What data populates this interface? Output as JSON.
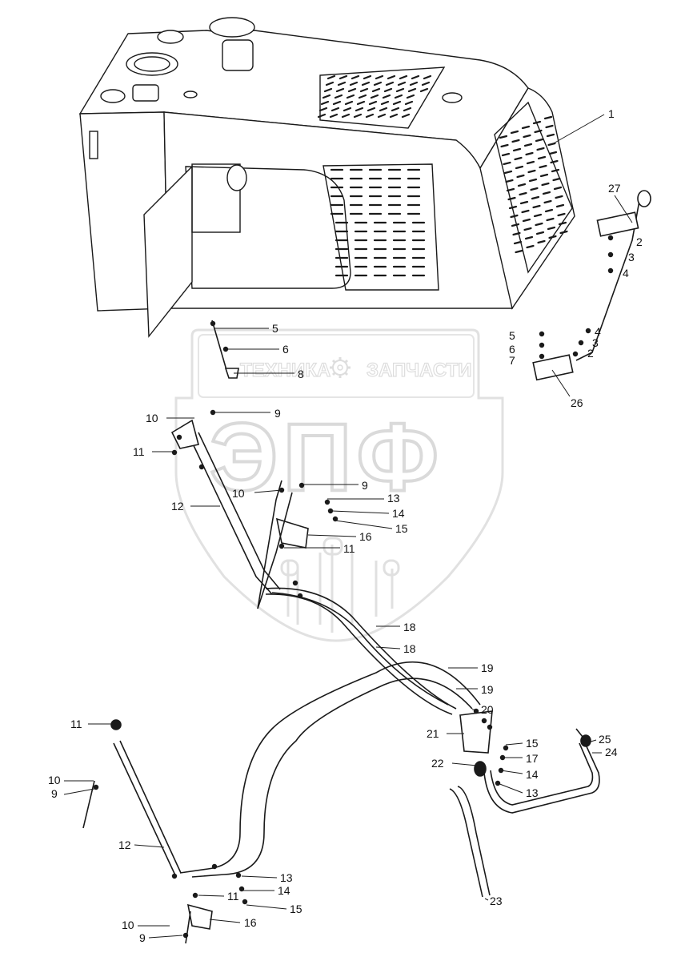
{
  "watermark": {
    "left_text": "ТЕХНИКА",
    "right_text": "ЗАПЧАСТИ",
    "big_text": "ЭПФ",
    "gear_icon": "gear-icon"
  },
  "callouts": [
    {
      "id": "c1",
      "text": "1"
    },
    {
      "id": "c27",
      "text": "27"
    },
    {
      "id": "c2a",
      "text": "2"
    },
    {
      "id": "c3a",
      "text": "3"
    },
    {
      "id": "c4a",
      "text": "4"
    },
    {
      "id": "c4b",
      "text": "4"
    },
    {
      "id": "c3b",
      "text": "3"
    },
    {
      "id": "c2b",
      "text": "2"
    },
    {
      "id": "c5r",
      "text": "5"
    },
    {
      "id": "c6r",
      "text": "6"
    },
    {
      "id": "c7r",
      "text": "7"
    },
    {
      "id": "c26",
      "text": "26"
    },
    {
      "id": "c5t",
      "text": "5"
    },
    {
      "id": "c6t",
      "text": "6"
    },
    {
      "id": "c8t",
      "text": "8"
    },
    {
      "id": "c10a",
      "text": "10"
    },
    {
      "id": "c9a",
      "text": "9"
    },
    {
      "id": "c11a",
      "text": "11"
    },
    {
      "id": "c10b",
      "text": "10"
    },
    {
      "id": "c9b",
      "text": "9"
    },
    {
      "id": "c12a",
      "text": "12"
    },
    {
      "id": "c13a",
      "text": "13"
    },
    {
      "id": "c14a",
      "text": "14"
    },
    {
      "id": "c15a",
      "text": "15"
    },
    {
      "id": "c16a",
      "text": "16"
    },
    {
      "id": "c11b",
      "text": "11"
    },
    {
      "id": "c18a",
      "text": "18"
    },
    {
      "id": "c18b",
      "text": "18"
    },
    {
      "id": "c19a",
      "text": "19"
    },
    {
      "id": "c19b",
      "text": "19"
    },
    {
      "id": "c20",
      "text": "20"
    },
    {
      "id": "c21",
      "text": "21"
    },
    {
      "id": "c22",
      "text": "22"
    },
    {
      "id": "c15b",
      "text": "15"
    },
    {
      "id": "c17",
      "text": "17"
    },
    {
      "id": "c14b",
      "text": "14"
    },
    {
      "id": "c13b",
      "text": "13"
    },
    {
      "id": "c25",
      "text": "25"
    },
    {
      "id": "c24",
      "text": "24"
    },
    {
      "id": "c23",
      "text": "23"
    },
    {
      "id": "c11c",
      "text": "11"
    },
    {
      "id": "c10c",
      "text": "10"
    },
    {
      "id": "c9c",
      "text": "9"
    },
    {
      "id": "c12b",
      "text": "12"
    },
    {
      "id": "c13c",
      "text": "13"
    },
    {
      "id": "c11d",
      "text": "11"
    },
    {
      "id": "c14c",
      "text": "14"
    },
    {
      "id": "c15c",
      "text": "15"
    },
    {
      "id": "c10d",
      "text": "10"
    },
    {
      "id": "c16b",
      "text": "16"
    },
    {
      "id": "c9d",
      "text": "9"
    }
  ]
}
